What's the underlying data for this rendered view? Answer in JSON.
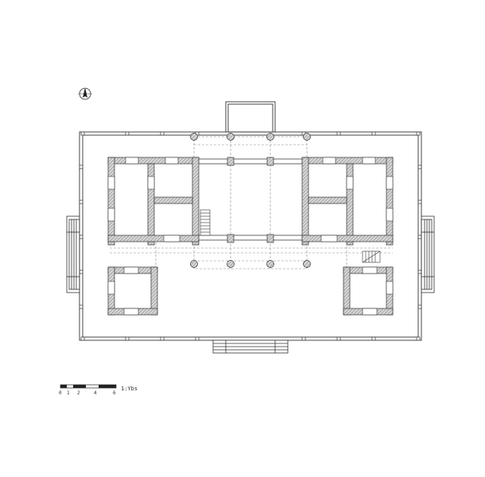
{
  "drawing": {
    "title": "",
    "colors": {
      "line": "#333333",
      "wall_hatch": "#9a9a9a",
      "dashed": "#777777",
      "background": "#ffffff"
    }
  },
  "scale_bar": {
    "ticks": [
      "0",
      "1",
      "2",
      "4",
      "6"
    ],
    "ratio": "1:Ybs"
  },
  "north_arrow": {
    "icon": "north-arrow-icon"
  }
}
